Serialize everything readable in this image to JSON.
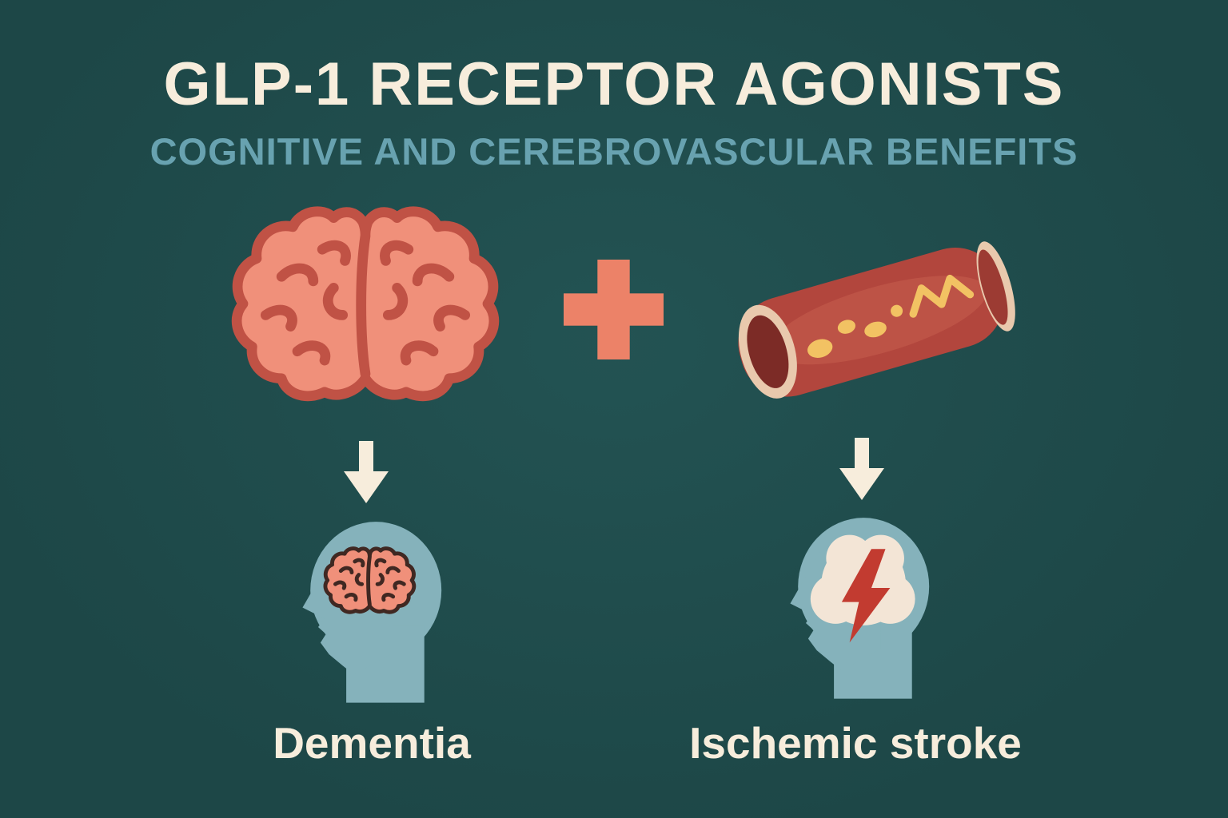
{
  "palette": {
    "bg": "#1d4747",
    "bgLight": "#235353",
    "cream": "#f7eddc",
    "subtitle": "#68a2b0",
    "coral": "#f0907a",
    "coralDeep": "#c05245",
    "smallBrainStroke": "#402822",
    "plus": "#ec8268",
    "vesselRed": "#b2463d",
    "vesselInner": "#bd5346",
    "vesselRim": "#e9c9ad",
    "vesselDark": "#7c2b26",
    "plaque": "#f2c263",
    "headBlue": "#85b2bb",
    "creamBlob": "#f3e5d6",
    "bolt": "#c23b30"
  },
  "header": {
    "title": "GLP-1 RECEPTOR AGONISTS",
    "subtitle": "COGNITIVE AND CEREBROVASCULAR BENEFITS"
  },
  "diagram": {
    "left": {
      "icon": "brain-icon",
      "arrow_icon": "down-arrow-icon",
      "result_icon": "head-with-brain-icon",
      "label": "Dementia"
    },
    "operator": {
      "icon": "plus-icon"
    },
    "right": {
      "icon": "blood-vessel-icon",
      "arrow_icon": "down-arrow-icon",
      "result_icon": "head-with-lightning-bolt-icon",
      "label": "Ischemic stroke"
    }
  }
}
